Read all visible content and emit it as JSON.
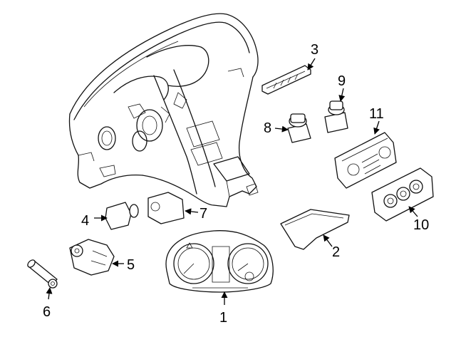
{
  "diagram": {
    "callouts": [
      {
        "id": "1",
        "label": "1"
      },
      {
        "id": "2",
        "label": "2"
      },
      {
        "id": "3",
        "label": "3"
      },
      {
        "id": "4",
        "label": "4"
      },
      {
        "id": "5",
        "label": "5"
      },
      {
        "id": "6",
        "label": "6"
      },
      {
        "id": "7",
        "label": "7"
      },
      {
        "id": "8",
        "label": "8"
      },
      {
        "id": "9",
        "label": "9"
      },
      {
        "id": "10",
        "label": "10"
      },
      {
        "id": "11",
        "label": "11"
      }
    ]
  },
  "colors": {
    "line": "#111111",
    "background": "#ffffff"
  },
  "icons": [
    "dashboard-panel-icon",
    "instrument-cluster-icon",
    "trim-panel-icon",
    "switch-panel-icon",
    "sensor-icon",
    "ignition-switch-icon",
    "lock-cylinder-icon",
    "headlamp-switch-icon",
    "rotary-switch-icon",
    "climate-control-icon",
    "radio-control-icon"
  ]
}
